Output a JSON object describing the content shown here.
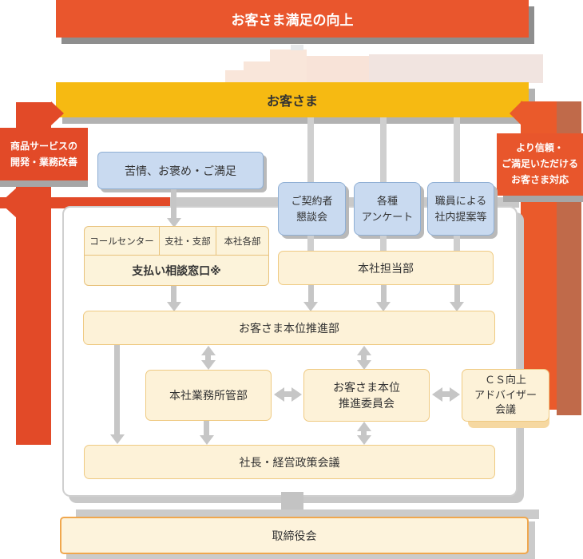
{
  "colors": {
    "brand_orange": "#e9562d",
    "deep_red": "#e24a28",
    "banner_yellow": "#f6ba12",
    "blue_box_fill": "#c9daf0",
    "blue_box_border": "#8fafd4",
    "cream_fill": "#fdf2d8",
    "cream_border": "#efca82",
    "board_border": "#f0a74e",
    "connector_gray": "#c6c6c6",
    "dark_side_bar": "#c06a4a"
  },
  "top_banner": "お客さま満足の向上",
  "customer_banner": "お客さま",
  "left_label": {
    "line1": "商品サービスの",
    "line2": "開発・業務改善"
  },
  "right_label": {
    "line1": "より信頼・",
    "line2": "ご満足いただける",
    "line3": "お客さま対応"
  },
  "feedback_box": "苦情、お褒め・ご満足",
  "channels": {
    "kondankai": {
      "line1": "ご契約者",
      "line2": "懇談会"
    },
    "anketo": {
      "line1": "各種",
      "line2": "アンケート"
    },
    "teian": {
      "line1": "職員による",
      "line2": "社内提案等"
    }
  },
  "contact_table": {
    "headers": [
      "コールセンター",
      "支社・支部",
      "本社各部"
    ],
    "row": "支払い相談窓口※"
  },
  "org": {
    "honsha_tanto": "本社担当部",
    "suishin_bu": "お客さま本位推進部",
    "gyomu_shokan": "本社業務所管部",
    "suishin_iinkai": {
      "line1": "お客さま本位",
      "line2": "推進委員会"
    },
    "cs_advisor": {
      "line1": "ＣＳ向上",
      "line2": "アドバイザー",
      "line3": "会議"
    },
    "shacho_kaigi": "社長・経営政策会議",
    "torishimariyaku": "取締役会"
  }
}
